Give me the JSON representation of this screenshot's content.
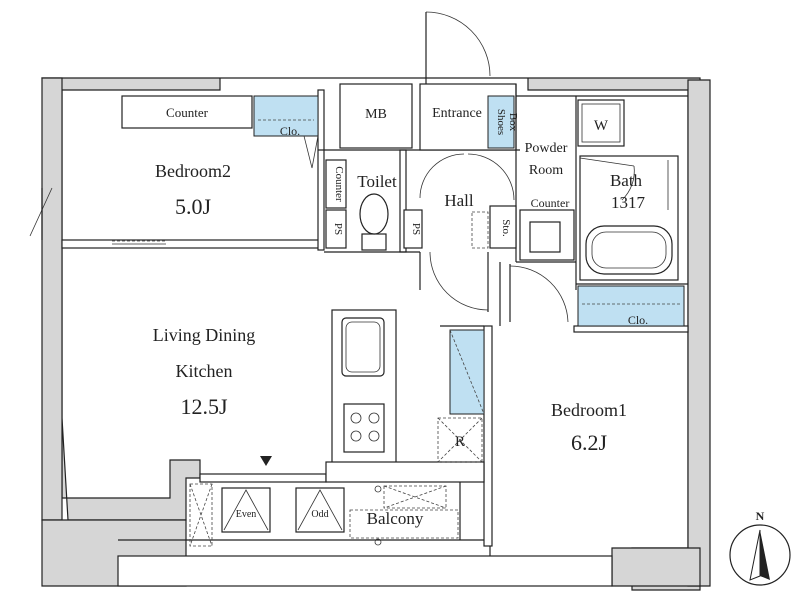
{
  "rooms": {
    "bedroom2": {
      "name": "Bedroom2",
      "size": "5.0J"
    },
    "ldk": {
      "name_line1": "Living Dining",
      "name_line2": "Kitchen",
      "size": "12.5J"
    },
    "bedroom1": {
      "name": "Bedroom1",
      "size": "6.2J"
    },
    "bath": {
      "name": "Bath",
      "size": "1317"
    },
    "toilet": {
      "name": "Toilet"
    },
    "hall": {
      "name": "Hall"
    },
    "entrance": {
      "name": "Entrance"
    },
    "powder_room": {
      "line1": "Powder",
      "line2": "Room"
    },
    "balcony": {
      "name": "Balcony"
    }
  },
  "labels": {
    "counter_bedroom2": "Counter",
    "counter_toilet": "Counter",
    "counter_powder": "Counter",
    "closet_bedroom2": "Clo.",
    "closet_bedroom1": "Clo.",
    "mb": "MB",
    "shoes_box_line1": "Shoes",
    "shoes_box_line2": "Box",
    "washer": "W",
    "storage": "Sto.",
    "ps_left": "PS",
    "ps_right": "PS",
    "refrigerator": "R",
    "ac_even": "Even",
    "ac_odd": "Odd",
    "north": "N"
  },
  "colors": {
    "wall_fill": "#d6d6d6",
    "closet_fill": "#bfe0f2",
    "line": "#222222"
  }
}
